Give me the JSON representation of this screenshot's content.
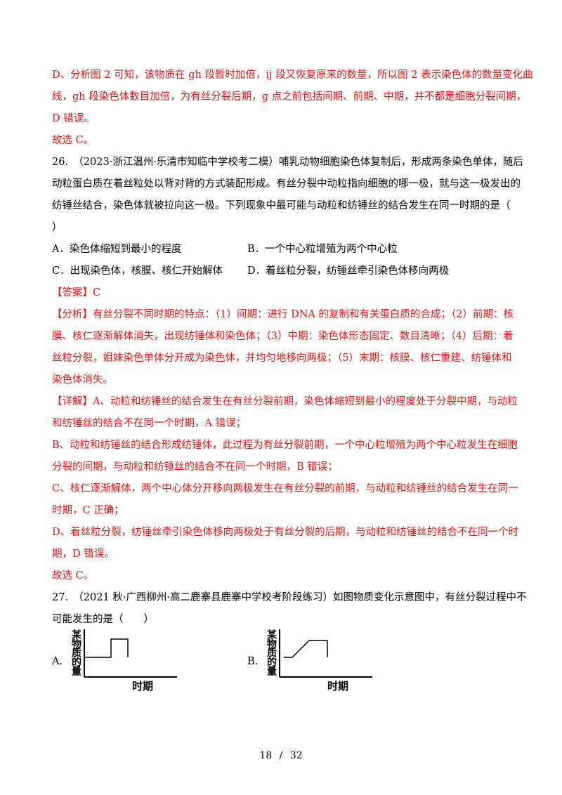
{
  "prev_answer": {
    "lines": [
      "D、分析图 2 可知，该物质在 gh 段暂时加倍，ij 段又恢复原来的数量，所以图 2 表示染色体的数量变化曲",
      "线，gh 段染色体数目加倍，为有丝分裂后期，g 点之前包括间期、前期、中期，并不都是细胞分裂间期，",
      "D 错误。",
      "故选 C。"
    ]
  },
  "q26": {
    "stem": [
      "26.　（2023·浙江温州·乐清市知临中学校考二模）哺乳动物细胞染色体复制后，形成两条染色单体，随后",
      "动粒蛋白质在着丝粒处以背对背的方式装配形成。有丝分裂中动粒指向细胞的哪一极，就与这一极发出的",
      "纺锤丝结合，染色体就被拉向这一极。下列现象中最可能与动粒和纺锤丝的结合发生在同一时期的是（",
      "）"
    ],
    "options": {
      "A": "A．染色体缩短到最小的程度",
      "B": "B．一个中心粒增殖为两个中心粒",
      "C": "C．出现染色体，核膜、核仁开始解体",
      "D": "D．着丝粒分裂，纺锤丝牵引染色体移向两极"
    },
    "answer": "【答案】C",
    "analysis": [
      "【分析】有丝分裂不同时期的特点：（1）间期：进行 DNA 的复制和有关蛋白质的合成；（2）前期：核",
      "膜、核仁逐渐解体消失，出现纺锤体和染色体；（3）中期：染色体形态固定、数目清晰；（4）后期：着",
      "丝粒分裂，姐妹染色单体分开成为染色体，并均匀地移向两极；（5）末期：核膜、核仁重建、纺锤体和",
      "染色体消失。"
    ],
    "detail": [
      "【详解】A、动粒和纺锤丝的结合发生在有丝分裂前期，染色体缩短到最小的程度处于分裂中期，与动粒",
      "和纺锤丝的结合不在同一个时期，A 错误；",
      "B、动粒和纺锤丝的结合形成纺锤体，此过程为有丝分裂前期，一个中心粒增殖为两个中心粒发生在细胞",
      "分裂的间期，与动粒和纺锤丝的结合不在同一个时期，B 错误；",
      "C、核仁逐渐解体，两个中心体分开移向两极发生在有丝分裂的前期，与动粒和纺锤丝的结合发生在同一",
      "时期，C 正确；",
      "D、着丝粒分裂，纺锤丝牵引染色体移向两极处于有丝分裂的后期，与动粒和纺锤丝的结合不在同一个时",
      "期，D 错误。",
      "故选 C。"
    ]
  },
  "q27": {
    "stem": [
      "27.　（2021 秋·广西柳州·高二鹿寨县鹿寨中学校考阶段练习）如图物质变化示意图中，有丝分裂过程中不",
      "可能发生的是（　　）"
    ],
    "graph_a": {
      "option_label": "A.",
      "ylabel": "某物质的量",
      "xlabel": "时期"
    },
    "graph_b": {
      "option_label": "B.",
      "ylabel": "某物质的量",
      "xlabel": "时期"
    }
  },
  "footer": {
    "page": "18",
    "sep": "/",
    "total": "32"
  }
}
